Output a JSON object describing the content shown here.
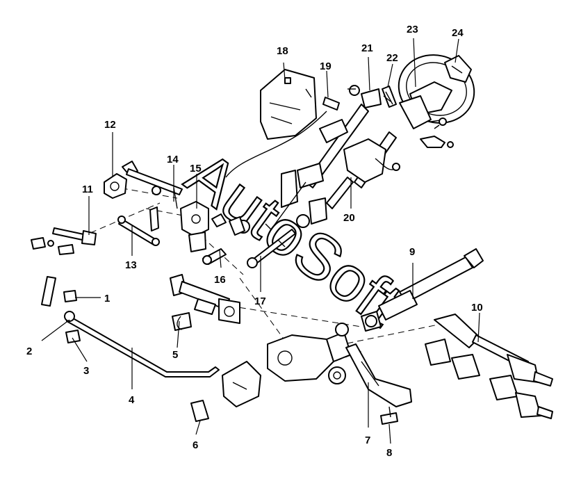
{
  "watermark": "AutoSoft",
  "callouts": {
    "c1": "1",
    "c2": "2",
    "c3": "3",
    "c4": "4",
    "c5": "5",
    "c6": "6",
    "c7": "7",
    "c8": "8",
    "c9": "9",
    "c10": "10",
    "c11": "11",
    "c12": "12",
    "c13": "13",
    "c14": "14",
    "c15": "15",
    "c16": "16",
    "c17": "17",
    "c18": "18",
    "c19": "19",
    "c20": "20",
    "c21": "21",
    "c22": "22",
    "c23": "23",
    "c24": "24"
  },
  "colors": {
    "ink": "#000000",
    "paper": "#ffffff",
    "shade": "#d8d8d8"
  }
}
